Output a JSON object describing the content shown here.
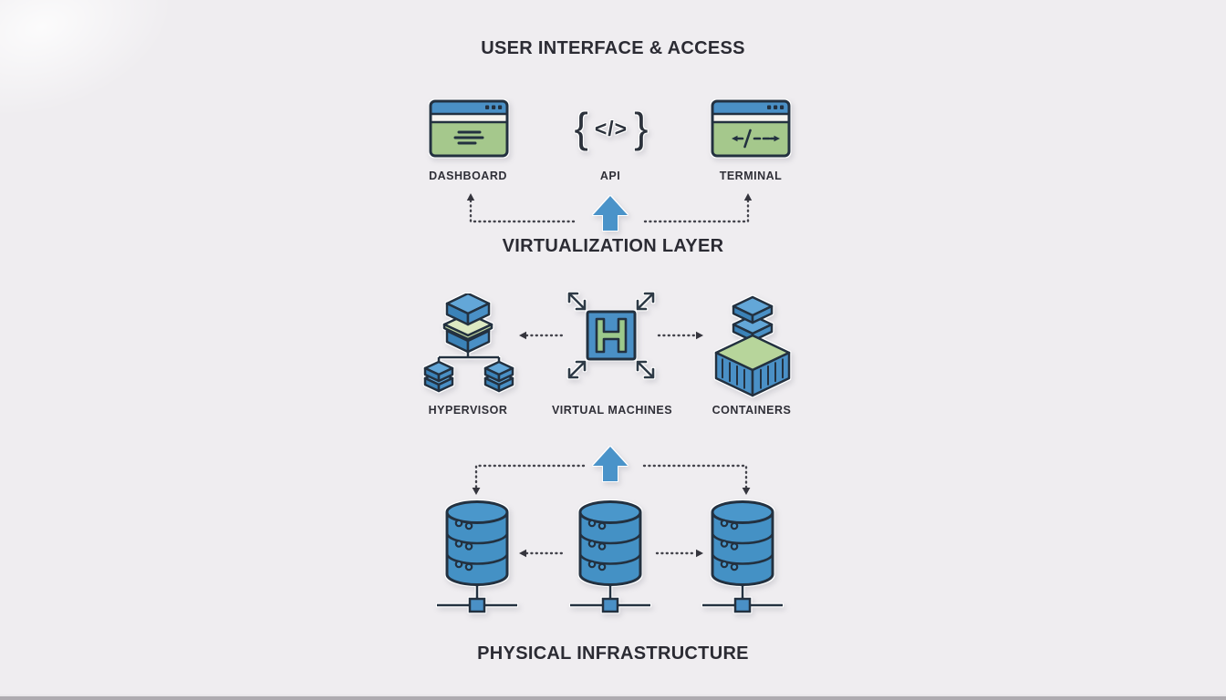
{
  "meta": {
    "background": "#efedf0",
    "accent_blue": "#4a90c6",
    "accent_green": "#a5c88c",
    "pale_green": "#dce9c2",
    "outline_dark": "#233140",
    "text_color": "#2b2b33",
    "dotted_line_color": "#44444c",
    "bottom_bar_color": "#aeabb0"
  },
  "layers": [
    {
      "title": "USER INTERFACE & ACCESS",
      "nodes": [
        {
          "label": "DASHBOARD",
          "icon": "dashboard-window-icon"
        },
        {
          "label": "API",
          "icon": "api-code-icon"
        },
        {
          "label": "TERMINAL",
          "icon": "terminal-window-icon"
        }
      ]
    },
    {
      "title": "VIRTUALIZATION LAYER",
      "nodes": [
        {
          "label": "HYPERVISOR",
          "icon": "hypervisor-stack-icon"
        },
        {
          "label": "VIRTUAL MACHINES",
          "icon": "vm-h-box-icon"
        },
        {
          "label": "CONTAINERS",
          "icon": "containers-box-icon"
        }
      ]
    },
    {
      "title": "PHYSICAL INFRASTRUCTURE",
      "nodes": [
        {
          "icon": "server-database-icon"
        },
        {
          "icon": "server-database-icon"
        },
        {
          "icon": "server-database-icon"
        }
      ]
    }
  ],
  "api_glyph": {
    "open": "{",
    "code": "</>",
    "close": "}"
  }
}
